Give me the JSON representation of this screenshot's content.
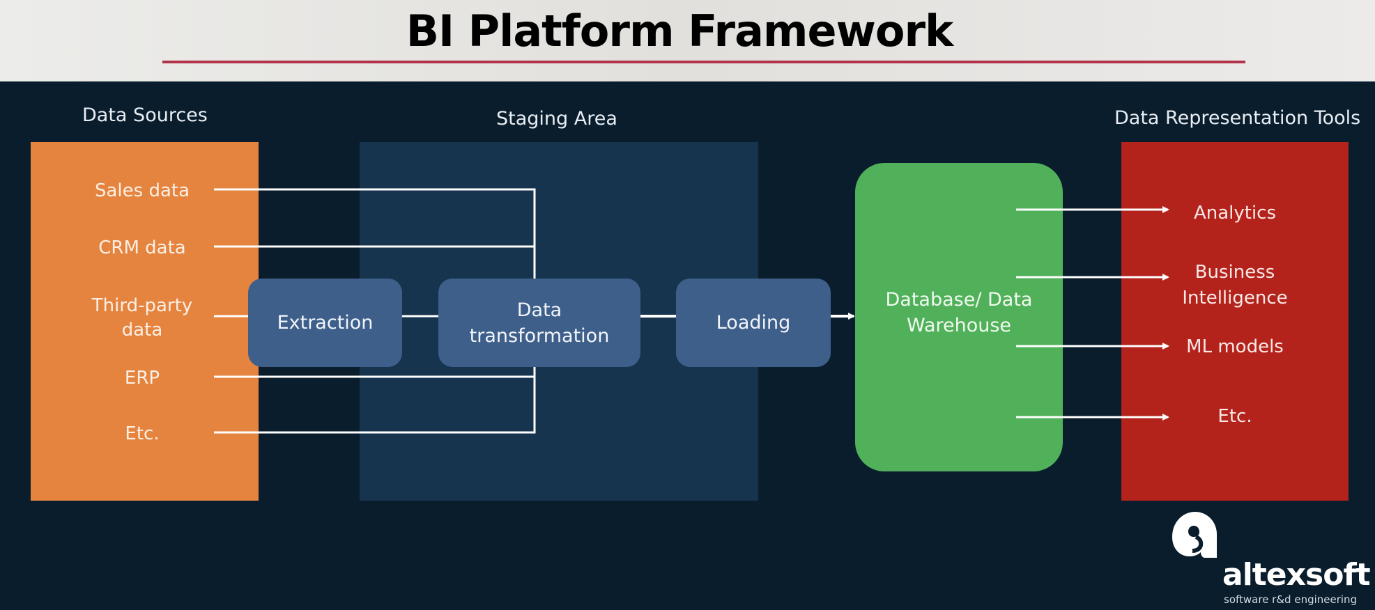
{
  "header": {
    "title": "BI Platform Framework"
  },
  "sections": {
    "sources_heading": "Data Sources",
    "staging_heading": "Staging Area",
    "tools_heading": "Data Representation Tools"
  },
  "sources": [
    "Sales data",
    "CRM data",
    "Third-party",
    "data",
    "ERP",
    "Etc."
  ],
  "steps": {
    "extraction": "Extraction",
    "transform_line1": "Data",
    "transform_line2": "transformation",
    "loading": "Loading"
  },
  "warehouse": {
    "line1": "Database/ Data",
    "line2": "Warehouse"
  },
  "tools": [
    "Analytics",
    "Business",
    "Intelligence",
    "ML models",
    "Etc."
  ],
  "logo": {
    "name": "altexsoft",
    "tagline": "software r&d engineering",
    "icon": "altexsoft-logo-icon"
  },
  "colors": {
    "background": "#0a1d2d",
    "sources": "#e5843f",
    "staging": "#17344e",
    "steps": "#3e5f8a",
    "warehouse": "#51b15a",
    "tools": "#b3231b",
    "title_rule": "#b2334a"
  }
}
